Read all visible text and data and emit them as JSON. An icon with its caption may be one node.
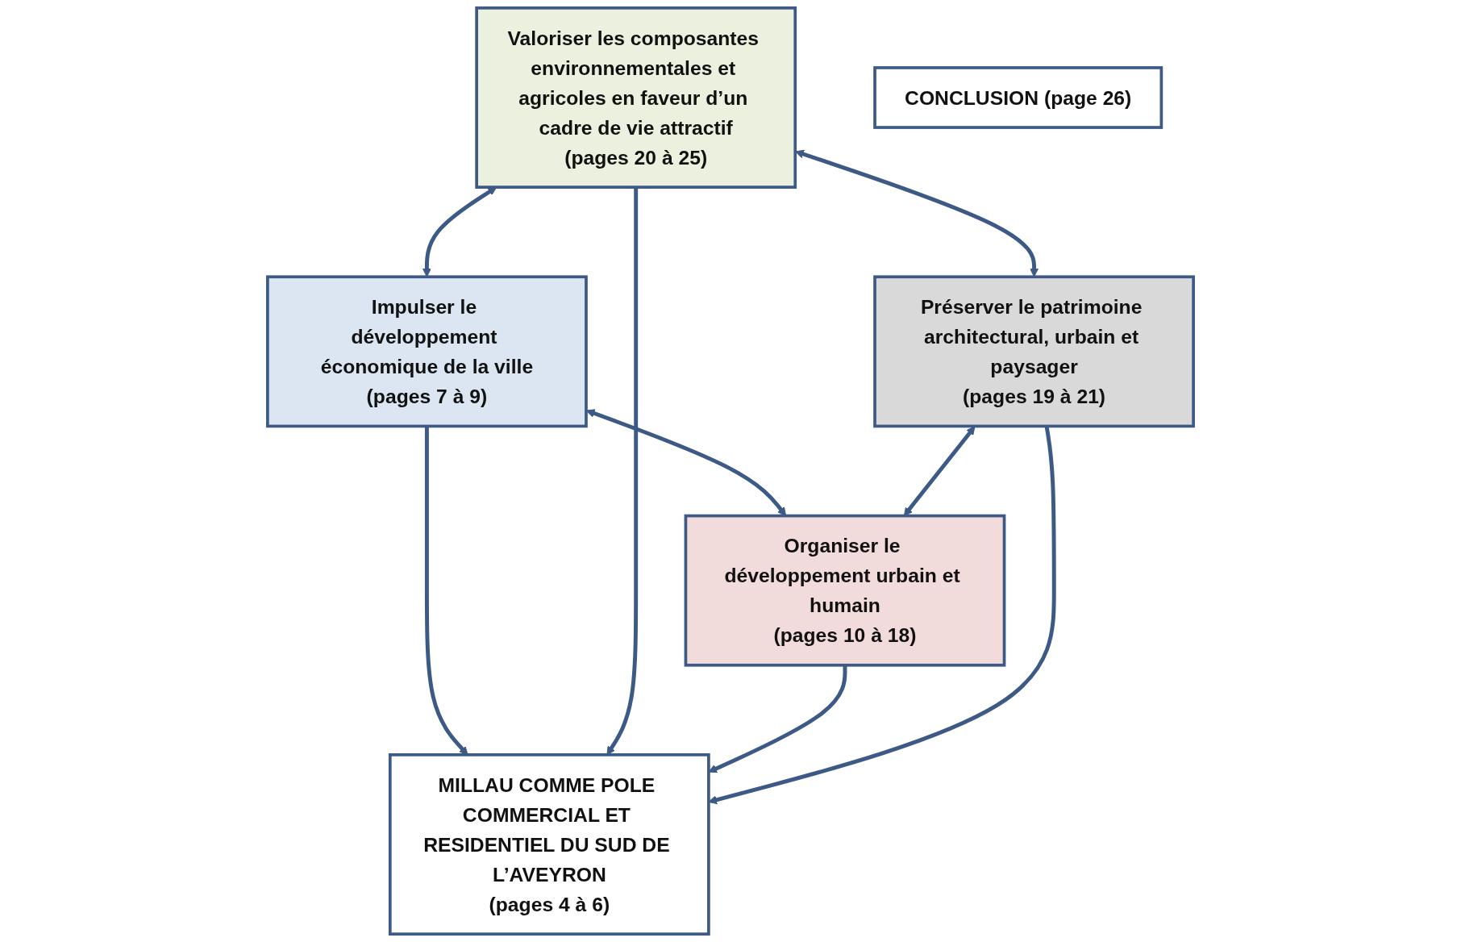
{
  "diagram": {
    "nodes": [
      {
        "text": [
          "MILLAU COMME POLE COMMERCIAL ET RESIDENTIEL DU SUD DE L’AVEYRON",
          "(pages 4 à 6)"
        ]
      },
      {
        "text": [
          "Impulser le développement économique de la ville",
          "(pages 7 à 9)"
        ]
      },
      {
        "text": [
          "Valoriser les composantes environnementales et agricoles en faveur d’un cadre de vie attractif",
          "(pages 20 à 25)"
        ]
      },
      {
        "text": [
          "Organiser le développement urbain et humain",
          "(pages 10 à 18)"
        ]
      },
      {
        "text": [
          "Préserver le patrimoine architectural, urbain et paysager",
          "(pages 19 à 21)"
        ]
      },
      {
        "text": [
          "CONCLUSION (page 26)"
        ]
      }
    ],
    "edges": [
      {
        "from": 1,
        "to": 0,
        "arrow": "to"
      },
      {
        "from": 2,
        "to": 0,
        "arrow": "to"
      },
      {
        "from": 3,
        "to": 0,
        "arrow": "to"
      },
      {
        "from": 4,
        "to": 0,
        "arrow": "to"
      },
      {
        "from": 2,
        "to": 1,
        "arrow": "both"
      },
      {
        "from": 1,
        "to": 3,
        "arrow": "both"
      },
      {
        "from": 2,
        "to": 4,
        "arrow": "both"
      },
      {
        "from": 4,
        "to": 3,
        "arrow": "both"
      }
    ]
  }
}
